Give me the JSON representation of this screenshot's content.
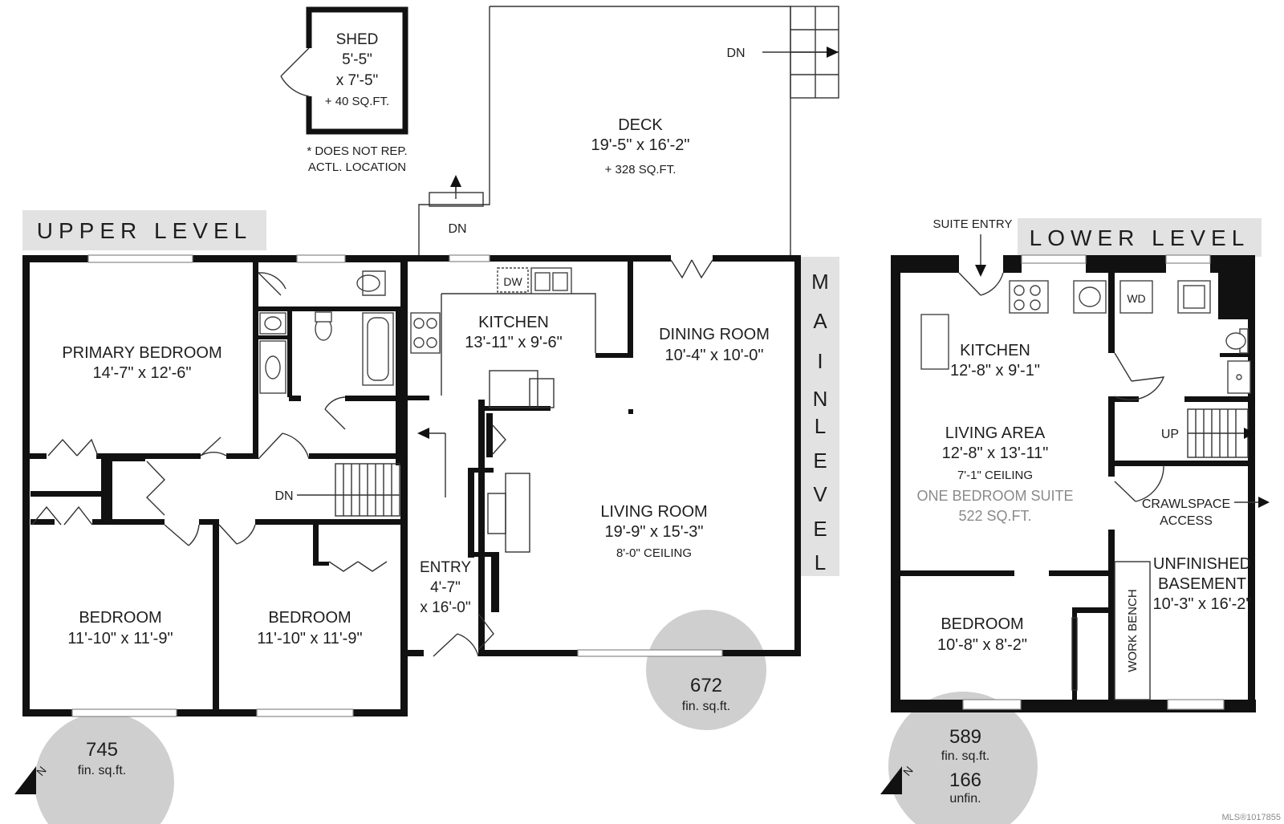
{
  "levels": {
    "upper": {
      "banner": "UPPER LEVEL",
      "area_value": "745",
      "area_unit": "fin. sq.ft.",
      "north": "N",
      "rooms": {
        "primary_bedroom": {
          "name": "PRIMARY BEDROOM",
          "size": "14'-7\" x 12'-6\""
        },
        "bedroom_left": {
          "name": "BEDROOM",
          "size": "11'-10\" x 11'-9\""
        },
        "bedroom_right": {
          "name": "BEDROOM",
          "size": "11'-10\" x 11'-9\""
        }
      },
      "stairs_label": "DN"
    },
    "main": {
      "banner_letters": [
        "M",
        "A",
        "I",
        "N",
        "L",
        "E",
        "V",
        "E",
        "L"
      ],
      "area_value": "672",
      "area_unit": "fin. sq.ft.",
      "rooms": {
        "kitchen": {
          "name": "KITCHEN",
          "size": "13'-11\" x 9'-6\""
        },
        "dining": {
          "name": "DINING ROOM",
          "size": "10'-4\" x 10'-0\""
        },
        "living": {
          "name": "LIVING ROOM",
          "size": "19'-9\" x 15'-3\"",
          "ceiling": "8'-0\" CEILING"
        },
        "entry": {
          "name": "ENTRY",
          "size_1": "4'-7\"",
          "size_2": "x 16'-0\""
        },
        "deck": {
          "name": "DECK",
          "size": "19'-5\" x 16'-2\"",
          "area": "+ 328 SQ.FT."
        }
      },
      "dn_deck_right": "DN",
      "dn_deck_left": "DN",
      "dw": "DW"
    },
    "shed": {
      "name": "SHED",
      "dim1": "5'-5\"",
      "dim2": "x 7'-5\"",
      "area": "+ 40 SQ.FT.",
      "note_1": "* DOES NOT REP.",
      "note_2": "ACTL. LOCATION"
    },
    "lower": {
      "banner": "LOWER LEVEL",
      "suite_entry": "SUITE ENTRY",
      "area_fin_value": "589",
      "area_fin_unit": "fin. sq.ft.",
      "area_unfin_value": "166",
      "area_unfin_unit": "unfin.",
      "north": "N",
      "rooms": {
        "kitchen": {
          "name": "KITCHEN",
          "size": "12'-8\" x 9'-1\""
        },
        "living": {
          "name": "LIVING AREA",
          "size": "12'-8\" x 13'-11\"",
          "ceiling": "7'-1\" CEILING"
        },
        "suite": {
          "name": "ONE BEDROOM SUITE",
          "area": "522 SQ.FT."
        },
        "bedroom": {
          "name": "BEDROOM",
          "size": "10'-8\" x 8'-2\""
        },
        "basement": {
          "name_1": "UNFINISHED",
          "name_2": "BASEMENT",
          "size": "10'-3\" x 16'-2\""
        },
        "crawlspace": {
          "line_1": "CRAWLSPACE",
          "line_2": "ACCESS"
        },
        "work_bench": "WORK BENCH"
      },
      "up": "UP",
      "wd": "WD"
    }
  },
  "watermark": "MLS®1017855",
  "colors": {
    "wall": "#111111",
    "banner": "#e2e2e2",
    "badge": "#cfcfcf",
    "suite_text": "#8a8a8a"
  }
}
